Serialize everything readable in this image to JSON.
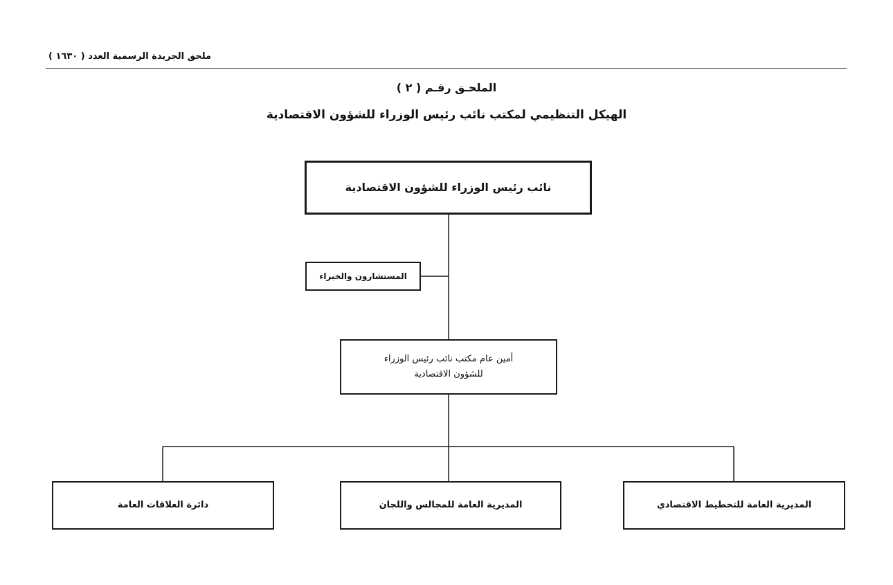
{
  "header": {
    "supplement_line": "ملحق الجريدة الرسمية العدد ( ١٦٣٠ )"
  },
  "titles": {
    "annex": "الملحـق رقـم ( ٢ )",
    "structure": "الهيكل التنظيمي لمكتب نائب رئيس الوزراء للشؤون الاقتصادية"
  },
  "org_chart": {
    "top": "نائب رئيس الوزراء للشؤون الاقتصادية",
    "advisors": "المستشارون والخبراء",
    "secretary_line1": "أمين عام مكتب نائب رئيس الوزراء",
    "secretary_line2": "للشؤون الاقتصادية",
    "units": {
      "planning": "المديرية العامة للتخطيط الاقتصادي",
      "councils": "المديرية العامة للمجالس واللجان",
      "relations": "دائرة العلاقات العامة"
    }
  }
}
